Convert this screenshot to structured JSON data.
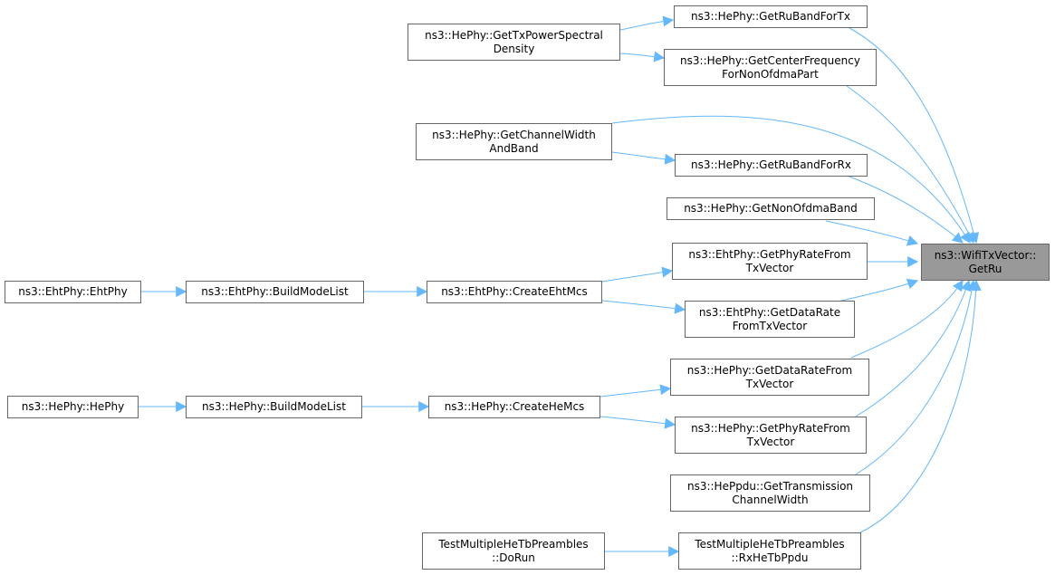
{
  "colors": {
    "edge": "#63b8ff",
    "node_border": "#666666",
    "root_fill": "#999999",
    "node_fill": "#ffffff"
  },
  "root": {
    "line1": "ns3::WifiTxVector::",
    "line2": "GetRu"
  },
  "callers": {
    "getRuBandForTx": {
      "line1": "ns3::HePhy::GetRuBandForTx"
    },
    "getTxPowerSpectralDensity": {
      "line1": "ns3::HePhy::GetTxPowerSpectral",
      "line2": "Density"
    },
    "getCenterFrequency": {
      "line1": "ns3::HePhy::GetCenterFrequency",
      "line2": "ForNonOfdmaPart"
    },
    "getChannelWidthAndBand": {
      "line1": "ns3::HePhy::GetChannelWidth",
      "line2": "AndBand"
    },
    "getRuBandForRx": {
      "line1": "ns3::HePhy::GetRuBandForRx"
    },
    "getNonOfdmaBand": {
      "line1": "ns3::HePhy::GetNonOfdmaBand"
    },
    "ehtGetPhyRate": {
      "line1": "ns3::EhtPhy::GetPhyRateFrom",
      "line2": "TxVector"
    },
    "ehtPhyCtor": {
      "line1": "ns3::EhtPhy::EhtPhy"
    },
    "ehtBuildModeList": {
      "line1": "ns3::EhtPhy::BuildModeList"
    },
    "ehtCreateMcs": {
      "line1": "ns3::EhtPhy::CreateEhtMcs"
    },
    "ehtGetDataRate": {
      "line1": "ns3::EhtPhy::GetDataRate",
      "line2": "FromTxVector"
    },
    "heGetDataRate": {
      "line1": "ns3::HePhy::GetDataRateFrom",
      "line2": "TxVector"
    },
    "hePhyCtor": {
      "line1": "ns3::HePhy::HePhy"
    },
    "heBuildModeList": {
      "line1": "ns3::HePhy::BuildModeList"
    },
    "heCreateMcs": {
      "line1": "ns3::HePhy::CreateHeMcs"
    },
    "heGetPhyRate": {
      "line1": "ns3::HePhy::GetPhyRateFrom",
      "line2": "TxVector"
    },
    "hePpduGetTransmission": {
      "line1": "ns3::HePpdu::GetTransmission",
      "line2": "ChannelWidth"
    },
    "testDoRun": {
      "line1": "TestMultipleHeTbPreambles",
      "line2": "::DoRun"
    },
    "testRxHeTbPpdu": {
      "line1": "TestMultipleHeTbPreambles",
      "line2": "::RxHeTbPpdu"
    }
  }
}
